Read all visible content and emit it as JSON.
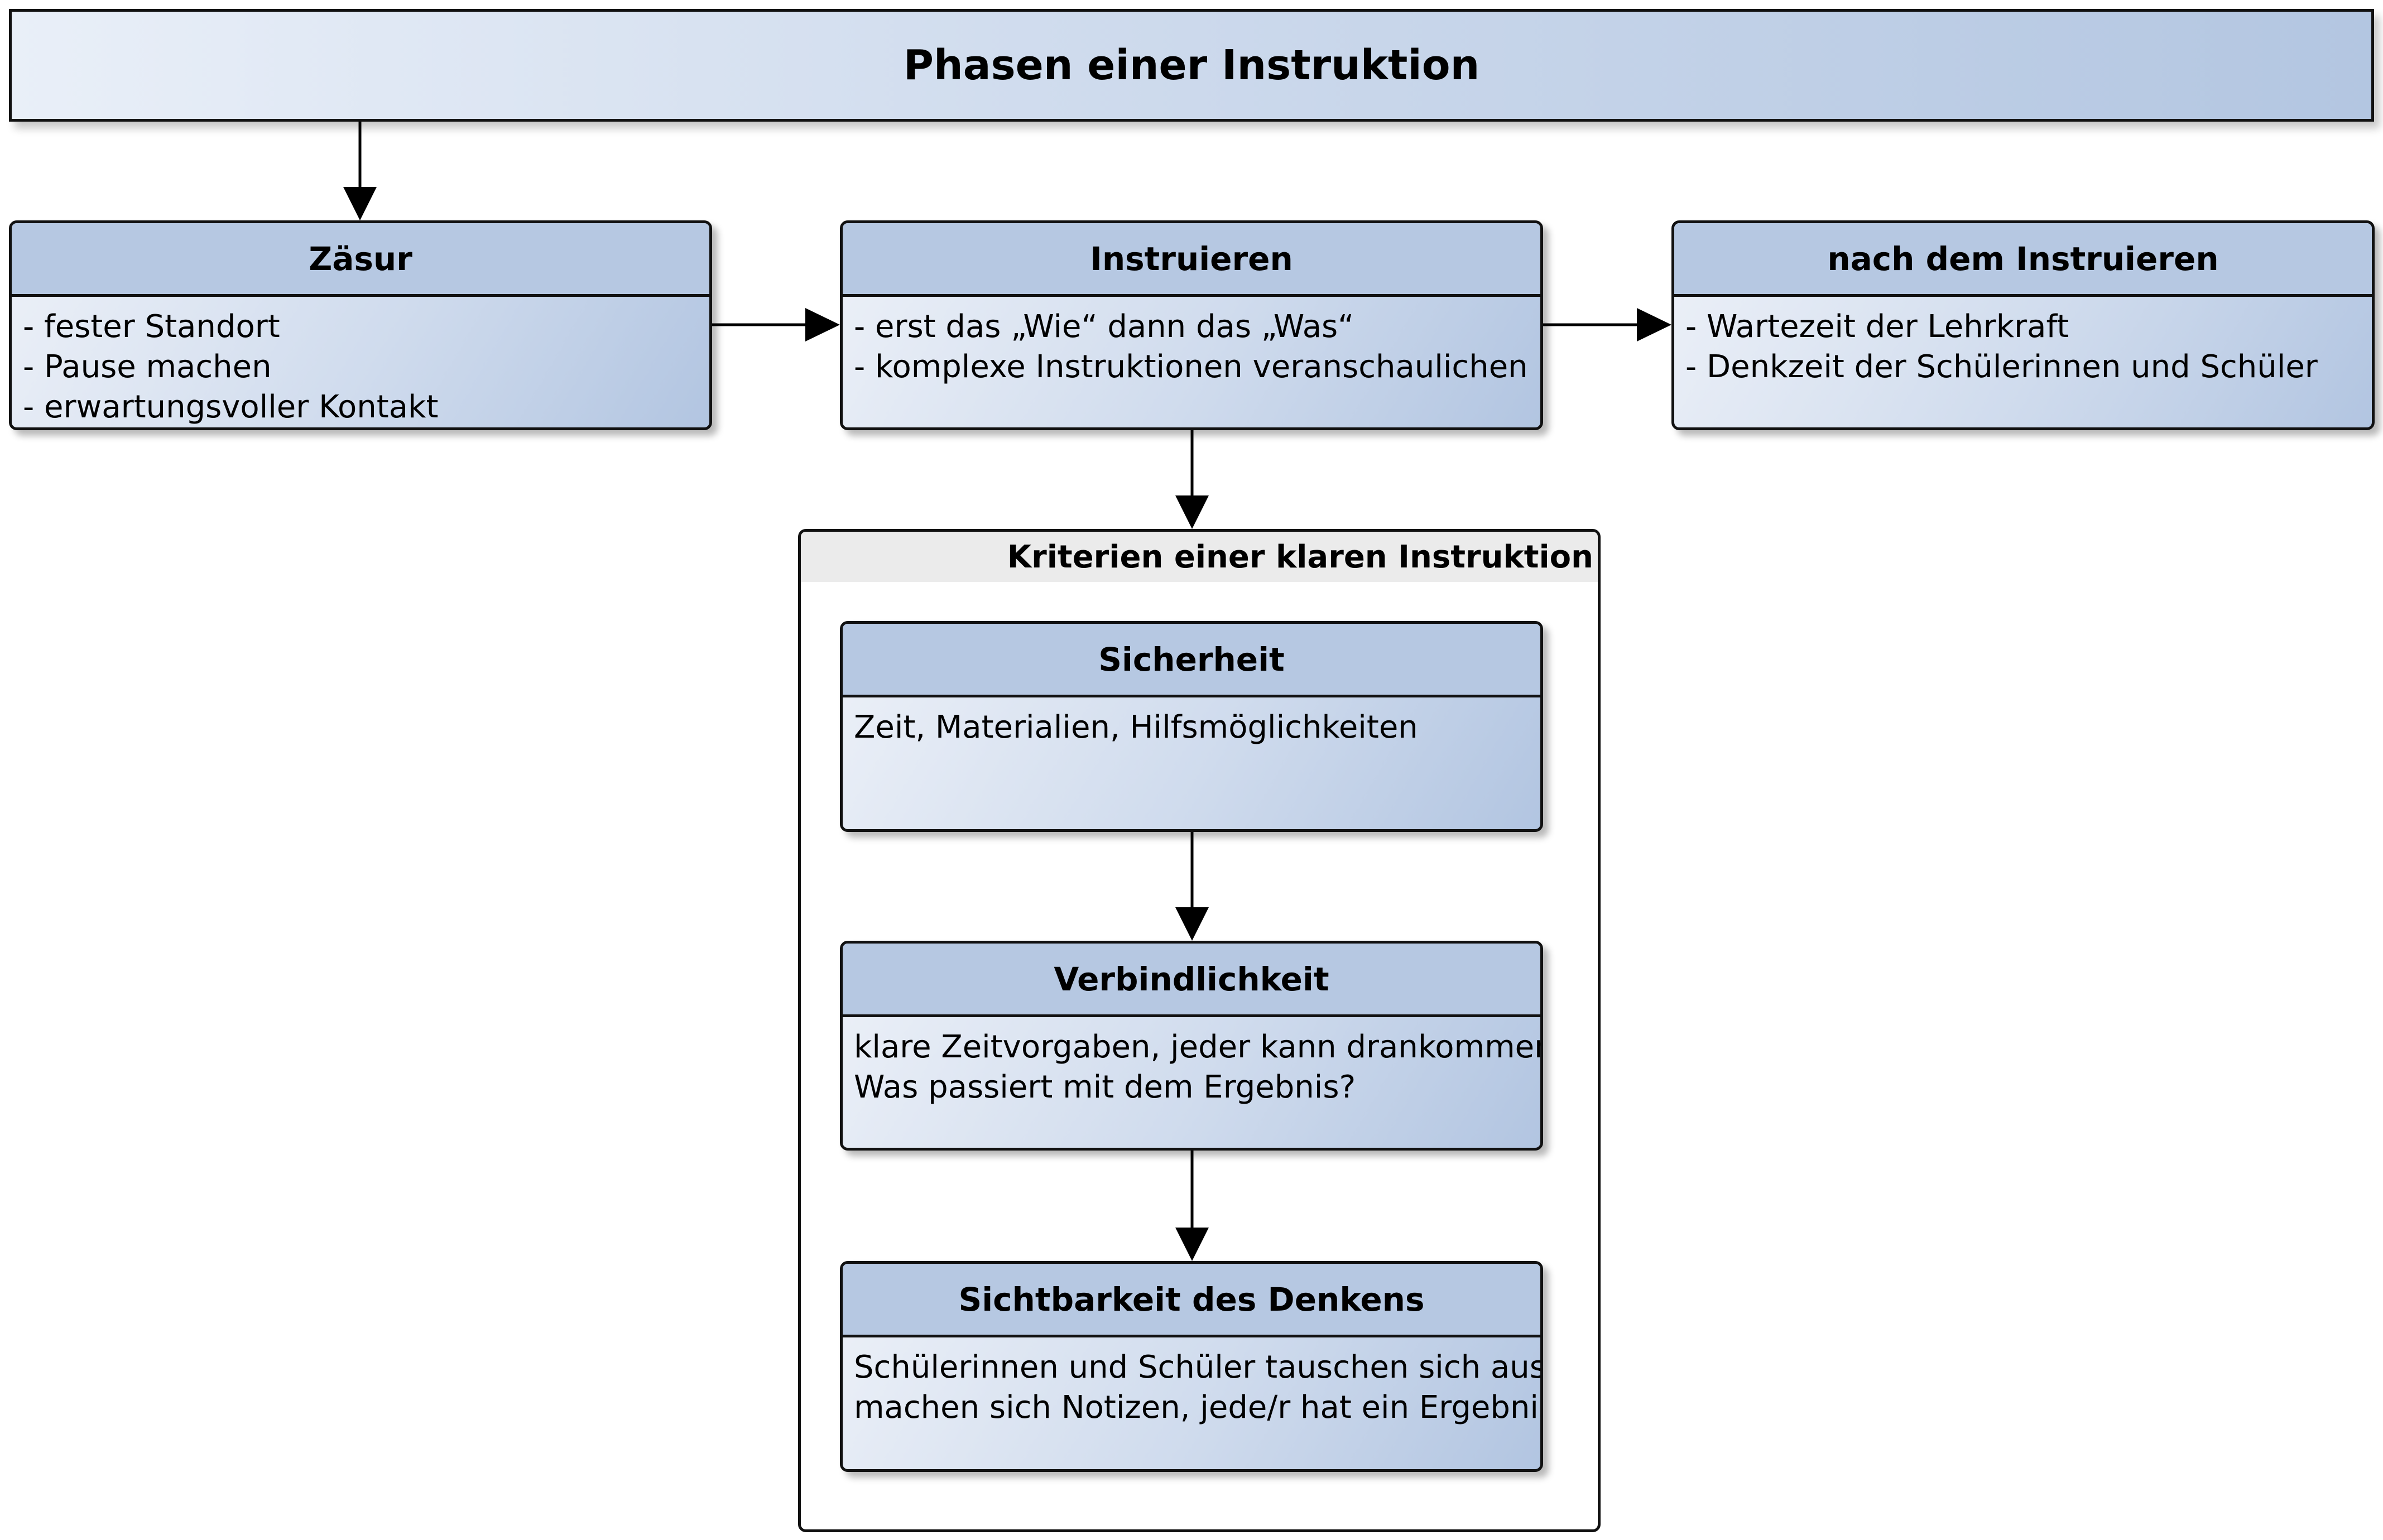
{
  "diagram": {
    "title": "Phasen einer Instruktion",
    "phases": [
      {
        "heading": "Zäsur",
        "items": [
          "- fester Standort",
          "- Pause machen",
          "- erwartungsvoller Kontakt"
        ]
      },
      {
        "heading": "Instruieren",
        "items": [
          "- erst das „Wie“ dann das „Was“",
          "- komplexe Instruktionen veranschaulichen"
        ]
      },
      {
        "heading": "nach dem Instruieren",
        "items": [
          "- Wartezeit der Lehrkraft",
          "- Denkzeit der Schülerinnen und Schüler"
        ]
      }
    ],
    "criteria_group": {
      "heading": "Kriterien einer klaren Instruktion",
      "criteria": [
        {
          "heading": "Sicherheit",
          "lines": [
            "Zeit, Materialien, Hilfsmöglichkeiten"
          ]
        },
        {
          "heading": "Verbindlichkeit",
          "lines": [
            "klare Zeitvorgaben, jeder kann drankommen,",
            "Was passiert mit dem Ergebnis?"
          ]
        },
        {
          "heading": "Sichtbarkeit des Denkens",
          "lines": [
            "Schülerinnen und Schüler tauschen sich aus,",
            "machen sich Notizen, jede/r hat ein Ergebnis"
          ]
        }
      ]
    }
  }
}
